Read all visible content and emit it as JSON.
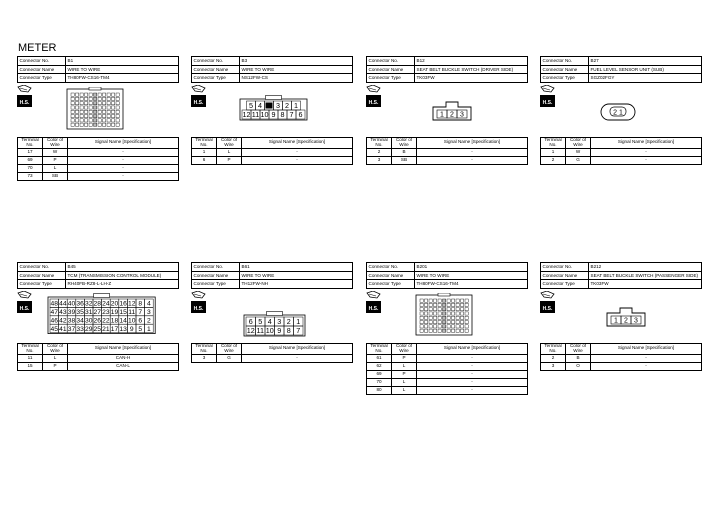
{
  "page_title": "METER",
  "labels": {
    "connector_no": "Connector No.",
    "connector_name": "Connector Name",
    "connector_type": "Connector Type",
    "terminal_no": "Terminal No.",
    "color_of_wire": "Color of Wire",
    "signal_name": "Signal Name [Specification]",
    "hs": "H.S."
  },
  "connectors": [
    {
      "no": "B1",
      "name": "WIRE TO WIRE",
      "type": "TH80FW-CS16-TM4",
      "rows": [
        {
          "t": "17",
          "c": "W",
          "s": "-"
        },
        {
          "t": "69",
          "c": "P",
          "s": "-"
        },
        {
          "t": "70",
          "c": "L",
          "s": "-"
        },
        {
          "t": "73",
          "c": "SB",
          "s": "-"
        }
      ]
    },
    {
      "no": "B3",
      "name": "WIRE TO WIRE",
      "type": "NS12FW-CS",
      "pins": [
        [
          "5",
          "4",
          "",
          "3",
          "2",
          "1"
        ],
        [
          "12",
          "11",
          "10",
          "9",
          "8",
          "7",
          "6"
        ]
      ],
      "rows": [
        {
          "t": "1",
          "c": "L",
          "s": "-"
        },
        {
          "t": "6",
          "c": "P",
          "s": "-"
        }
      ]
    },
    {
      "no": "B12",
      "name": "SEAT BELT BUCKLE SWITCH (DRIVER SIDE)",
      "type": "TK03FW",
      "pins": [
        "1",
        "2",
        "3"
      ],
      "rows": [
        {
          "t": "2",
          "c": "B",
          "s": "-"
        },
        {
          "t": "3",
          "c": "SB",
          "s": "-"
        }
      ]
    },
    {
      "no": "B27",
      "name": "FUEL LEVEL SENSOR UNIT (SUB)",
      "type": "SGZ02FGY",
      "pins": [
        "2",
        "1"
      ],
      "rows": [
        {
          "t": "1",
          "c": "W",
          "s": "-"
        },
        {
          "t": "2",
          "c": "G",
          "s": "-"
        }
      ]
    },
    {
      "no": "B45",
      "name": "TCM (TRANSMISSION CONTROL MODULE)",
      "type": "RH40FB-RZ8-L-LH-Z",
      "pins": [
        [
          "48",
          "44",
          "40",
          "36",
          "32",
          "28",
          "24",
          "20",
          "16",
          "12",
          "8",
          "4"
        ],
        [
          "47",
          "43",
          "39",
          "35",
          "31",
          "27",
          "23",
          "19",
          "15",
          "11",
          "7",
          "3"
        ],
        [
          "46",
          "42",
          "38",
          "34",
          "30",
          "26",
          "22",
          "18",
          "14",
          "10",
          "6",
          "2"
        ],
        [
          "45",
          "41",
          "37",
          "33",
          "29",
          "25",
          "21",
          "17",
          "13",
          "9",
          "5",
          "1"
        ]
      ],
      "rows": [
        {
          "t": "11",
          "c": "L",
          "s": "CAN-H"
        },
        {
          "t": "15",
          "c": "P",
          "s": "CAN-L"
        }
      ]
    },
    {
      "no": "B61",
      "name": "WIRE TO WIRE",
      "type": "TH12FW-NH",
      "pins": [
        [
          "6",
          "5",
          "4",
          "3",
          "2",
          "1"
        ],
        [
          "12",
          "11",
          "10",
          "9",
          "8",
          "7"
        ]
      ],
      "rows": [
        {
          "t": "3",
          "c": "G",
          "s": "-"
        }
      ]
    },
    {
      "no": "B201",
      "name": "WIRE TO WIRE",
      "type": "TH80FW-CS16-TM4",
      "rows": [
        {
          "t": "61",
          "c": "P",
          "s": "-"
        },
        {
          "t": "62",
          "c": "L",
          "s": "-"
        },
        {
          "t": "69",
          "c": "P",
          "s": "-"
        },
        {
          "t": "70",
          "c": "L",
          "s": "-"
        },
        {
          "t": "80",
          "c": "L",
          "s": "-"
        }
      ]
    },
    {
      "no": "B212",
      "name": "SEAT BELT BUCKLE SWITCH (PASSENGER SIDE)",
      "type": "TK03FW",
      "pins": [
        "1",
        "2",
        "3"
      ],
      "rows": [
        {
          "t": "2",
          "c": "B",
          "s": "-"
        },
        {
          "t": "3",
          "c": "O",
          "s": "-"
        }
      ]
    }
  ]
}
